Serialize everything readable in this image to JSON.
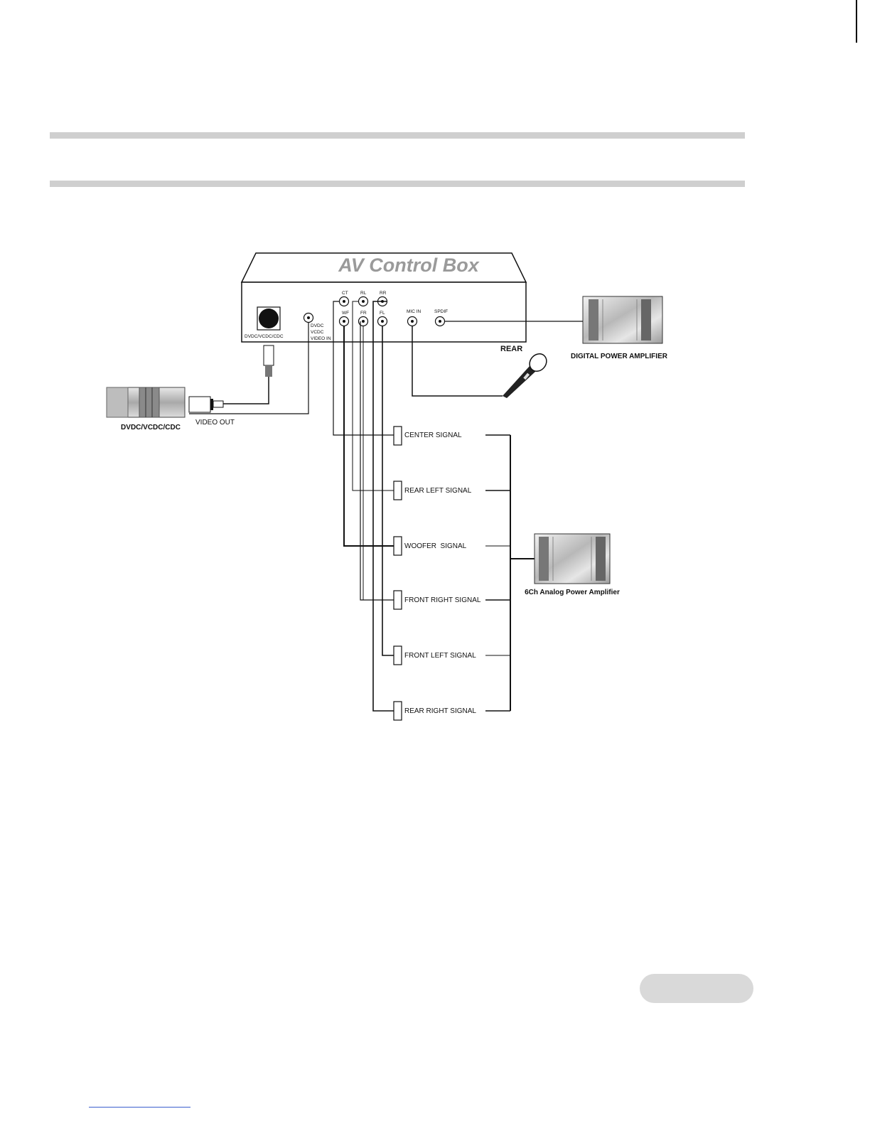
{
  "box": {
    "title": "AV Control Box",
    "rear_label": "REAR",
    "dvd_port_label": "DVDC/VCDC/CDC",
    "video_in_lines": [
      "DVDC",
      "VCDC",
      "VIDEO IN"
    ],
    "jack_labels": {
      "ct": "CT",
      "rl": "RL",
      "rr": "RR",
      "wf": "WF",
      "fr": "FR",
      "fl": "FL",
      "mic": "MIC IN",
      "spdif": "SPDIF"
    }
  },
  "devices": {
    "digital_amp": "DIGITAL POWER AMPLIFIER",
    "analog_amp": "6Ch Analog Power Amplifier",
    "dvd_player": "DVDC/VCDC/CDC",
    "video_out": "VIDEO OUT"
  },
  "signals": [
    "CENTER SIGNAL",
    "REAR LEFT SIGNAL",
    "WOOFER  SIGNAL",
    "FRONT RIGHT SIGNAL",
    "FRONT LEFT SIGNAL",
    "REAR RIGHT SIGNAL"
  ],
  "colors": {
    "header_bar": "#cfcfcf",
    "title_gray": "#9a9a9a",
    "line": "#111111",
    "footer_link": "#3a5fcd"
  }
}
